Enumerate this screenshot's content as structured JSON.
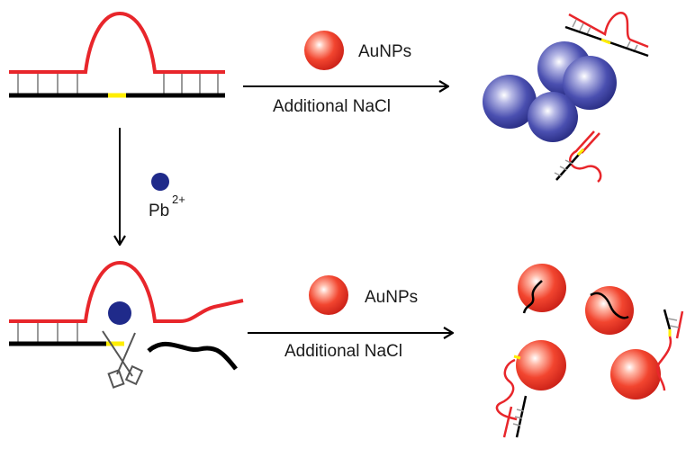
{
  "labels": {
    "top_reagent": "AuNPs",
    "top_condition": "Additional NaCl",
    "ion_symbol": "Pb",
    "ion_charge": "2+",
    "bottom_reagent": "AuNPs",
    "bottom_condition": "Additional NaCl"
  },
  "colors": {
    "dna_strand": "#e8262b",
    "substrate_strand": "#000000",
    "cleavage_site": "#ffee00",
    "aggregated_aunp": "#3a3f9e",
    "dispersed_aunp": "#f03a2a",
    "lead_ion": "#1f2a8a",
    "rungs": "#9a9a9a",
    "scissors": "#555555"
  }
}
